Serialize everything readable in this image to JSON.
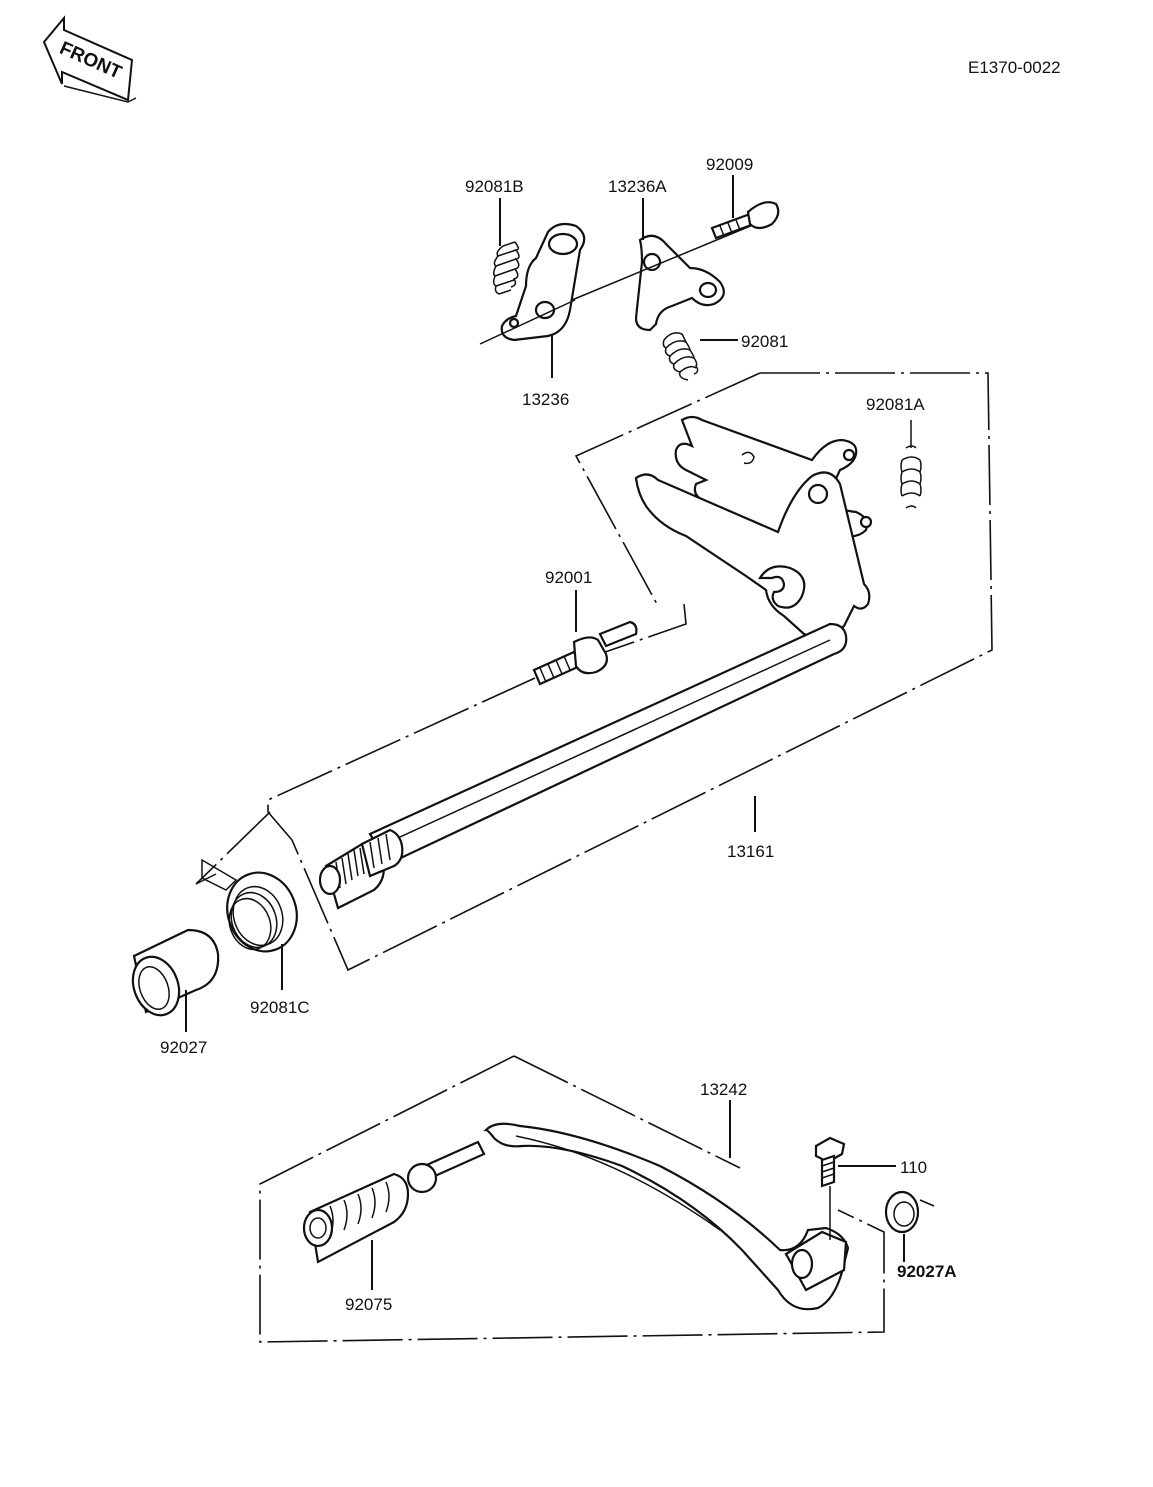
{
  "diagram_code": "E1370-0022",
  "front_arrow_label": "FRONT",
  "parts": {
    "spring_b": "92081B",
    "stopper_a": "13236A",
    "bolt_upper": "92009",
    "spring_upper": "92081",
    "stopper": "13236",
    "spring_a": "92081A",
    "bolt_shaft": "92001",
    "shift_shaft": "13161",
    "collar": "92027",
    "spring_c": "92081C",
    "shift_pedal": "13242",
    "bolt_pedal": "110",
    "seal": "92027A",
    "pedal_rubber": "92075"
  }
}
